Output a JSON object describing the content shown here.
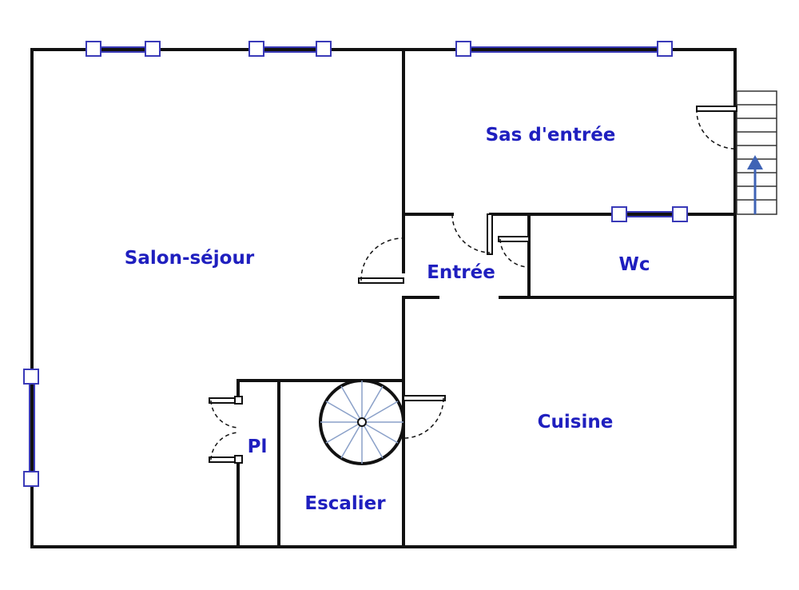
{
  "plan": {
    "colors": {
      "wall": "#111111",
      "label": "#1f1fbf",
      "window": "#3a3ab8",
      "arrow": "#3f63b5"
    },
    "rooms": {
      "salon": "Salon-séjour",
      "sas": "Sas d'entrée",
      "entree": "Entrée",
      "wc": "Wc",
      "cuisine": "Cuisine",
      "pl": "Pl",
      "escalier": "Escalier"
    },
    "symbols": {
      "windows": "window-icon",
      "doors": "door-icon",
      "spiral_stair": "spiral-staircase-icon",
      "exterior_stair": "stair-arrow-icon"
    }
  }
}
